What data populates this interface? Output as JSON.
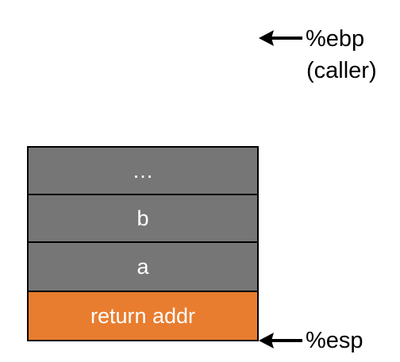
{
  "stack": {
    "cells": [
      {
        "label": "…",
        "color": "#767676"
      },
      {
        "label": "b",
        "color": "#767676"
      },
      {
        "label": "a",
        "color": "#767676"
      },
      {
        "label": "return addr",
        "color": "#e87d2f"
      }
    ]
  },
  "pointers": {
    "ebp": {
      "line1": "%ebp",
      "line2": "(caller)",
      "icon": "arrow-left-icon"
    },
    "esp": {
      "line1": "%esp",
      "icon": "arrow-left-icon"
    }
  }
}
